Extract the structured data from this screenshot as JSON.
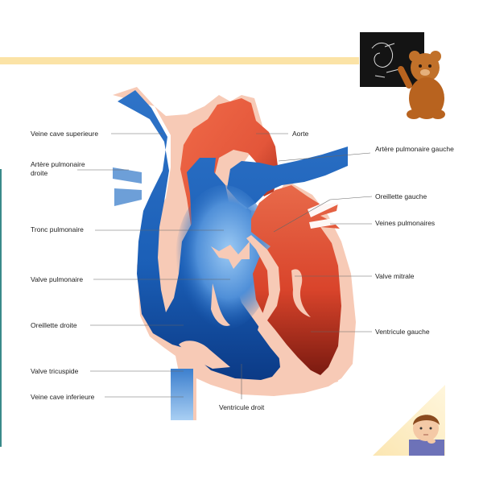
{
  "labels_left": {
    "vcs": "Veine cave superieure",
    "apd": "Artère pulmonaire droite",
    "tronc": "Tronc pulmonaire",
    "valve_pulm": "Valve pulmonaire",
    "oreillette_d": "Oreillette droite",
    "valve_tric": "Valve tricuspide",
    "vci": "Veine cave inferieure"
  },
  "labels_right": {
    "aorte": "Aorte",
    "apg": "Artère pulmonaire gauche",
    "oreillette_g": "Oreillette gauche",
    "veines_pulm": "Veines pulmonaires",
    "valve_mitrale": "Valve mitrale",
    "ventricule_g": "Ventricule gauche"
  },
  "labels_bottom": {
    "ventricule_d": "Ventricule droit"
  },
  "colors": {
    "blue": "#1e62b8",
    "blue_dark": "#0c3d8e",
    "blue_light": "#8cbff0",
    "red": "#e3563a",
    "red_dark": "#8c1f12",
    "pink_tissue": "#f6c9b6",
    "band": "#fbe3a6",
    "leader_line": "#666666"
  },
  "icons": {
    "top_right": "teddy-bear-teacher-chalkboard-icon",
    "bottom_right": "child-thinking-icon"
  }
}
